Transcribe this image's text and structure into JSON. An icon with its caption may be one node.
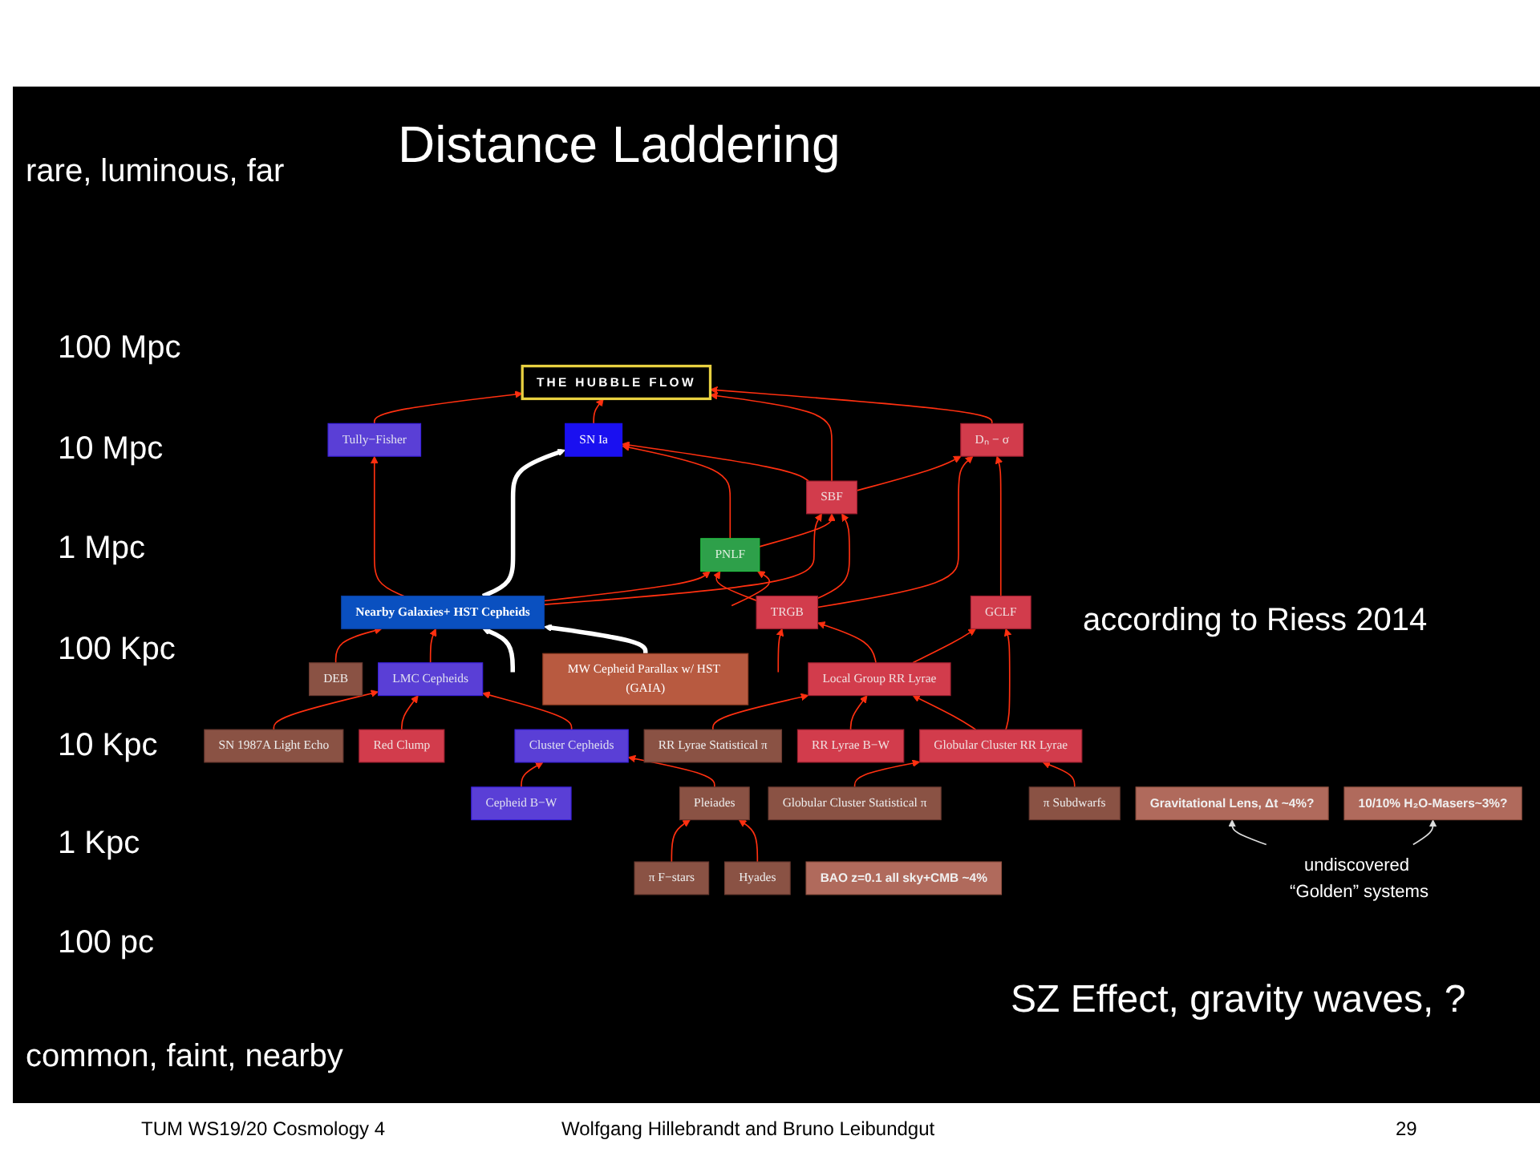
{
  "diagram": {
    "title": "Distance Laddering",
    "nodes": [
      {
        "text": [
          "THE HUBBLE FLOW"
        ]
      },
      {
        "text": [
          "Tully−Fisher"
        ]
      },
      {
        "text": [
          "SN Ia"
        ]
      },
      {
        "text": [
          "Dₙ − σ"
        ]
      },
      {
        "text": [
          "SBF"
        ]
      },
      {
        "text": [
          "Nearby Galaxies+ HST Cepheids"
        ]
      },
      {
        "text": [
          "PNLF"
        ]
      },
      {
        "text": [
          "TRGB"
        ]
      },
      {
        "text": [
          "GCLF"
        ]
      },
      {
        "text": [
          "DEB"
        ]
      },
      {
        "text": [
          "Local Group RR Lyrae"
        ]
      },
      {
        "text": [
          "LMC Cepheids"
        ]
      },
      {
        "text": [
          "SN 1987A Light Echo"
        ]
      },
      {
        "text": [
          "Red Clump"
        ]
      },
      {
        "text": [
          "RR Lyrae Statistical π"
        ]
      },
      {
        "text": [
          "Globular Cluster RR Lyrae"
        ]
      },
      {
        "text": [
          "MW Cepheid Parallax w/ HST (GAIA)"
        ]
      },
      {
        "text": [
          "Cluster Cepheids"
        ]
      },
      {
        "text": [
          "Cepheid B−W"
        ]
      },
      {
        "text": [
          "RR Lyrae B−W"
        ]
      },
      {
        "text": [
          "Globular Cluster Statistical π"
        ]
      },
      {
        "text": [
          "Pleiades"
        ]
      },
      {
        "text": [
          "π F−stars"
        ]
      },
      {
        "text": [
          "Hyades"
        ]
      },
      {
        "text": [
          "π Subdwarfs"
        ]
      },
      {
        "text": [
          "Gravitational Lens, Δt ~4%?"
        ]
      },
      {
        "text": [
          "BAO z=0.1 all sky+CMB ~4%"
        ]
      },
      {
        "text": [
          "10/10% H₂O-Masers~3%?"
        ]
      },
      {
        "text": [
          "undiscovered “Golden” systems"
        ]
      }
    ],
    "edges": [
      {
        "from": 1,
        "to": 0,
        "arrow": "to"
      },
      {
        "from": 2,
        "to": 0,
        "arrow": "to"
      },
      {
        "from": 4,
        "to": 0,
        "arrow": "to"
      },
      {
        "from": 3,
        "to": 0,
        "arrow": "to"
      },
      {
        "from": 5,
        "to": 1,
        "arrow": "to"
      },
      {
        "from": 5,
        "to": 2,
        "arrow": "to",
        "style": "thick",
        "color": "#ffffff"
      },
      {
        "from": 5,
        "to": 4,
        "arrow": "to"
      },
      {
        "from": 5,
        "to": 6,
        "arrow": "to"
      },
      {
        "from": 6,
        "to": 2,
        "arrow": "to"
      },
      {
        "from": 6,
        "to": 4,
        "arrow": "to"
      },
      {
        "from": 4,
        "to": 2,
        "arrow": "to"
      },
      {
        "from": 4,
        "to": 3,
        "arrow": "to"
      },
      {
        "from": 7,
        "to": 6,
        "arrow": "to"
      },
      {
        "from": 7,
        "to": 4,
        "arrow": "to"
      },
      {
        "from": 7,
        "to": 3,
        "arrow": "to"
      },
      {
        "from": 8,
        "to": 3,
        "arrow": "to"
      },
      {
        "from": null,
        "to": 6,
        "arrow": "to"
      },
      {
        "from": null,
        "to": 7,
        "arrow": "to"
      },
      {
        "from": 9,
        "to": 5,
        "arrow": "to"
      },
      {
        "from": 11,
        "to": 5,
        "arrow": "to"
      },
      {
        "from": null,
        "to": 5,
        "arrow": "to",
        "style": "thick",
        "color": "#ffffff"
      },
      {
        "from": 16,
        "to": 5,
        "arrow": "to",
        "style": "thick",
        "color": "#ffffff"
      },
      {
        "from": 10,
        "to": 7,
        "arrow": "to"
      },
      {
        "from": 10,
        "to": 8,
        "arrow": "to"
      },
      {
        "from": 15,
        "to": 8,
        "arrow": "to"
      },
      {
        "from": 12,
        "to": 11,
        "arrow": "to"
      },
      {
        "from": 13,
        "to": 11,
        "arrow": "to"
      },
      {
        "from": 17,
        "to": 11,
        "arrow": "to"
      },
      {
        "from": 14,
        "to": 10,
        "arrow": "to"
      },
      {
        "from": 19,
        "to": 10,
        "arrow": "to"
      },
      {
        "from": 15,
        "to": 10,
        "arrow": "to"
      },
      {
        "from": 18,
        "to": 17,
        "arrow": "to"
      },
      {
        "from": 21,
        "to": 17,
        "arrow": "to"
      },
      {
        "from": 20,
        "to": 15,
        "arrow": "to"
      },
      {
        "from": 24,
        "to": 15,
        "arrow": "to"
      },
      {
        "from": 22,
        "to": 21,
        "arrow": "to"
      },
      {
        "from": 23,
        "to": 21,
        "arrow": "to"
      },
      {
        "from": 28,
        "to": 25,
        "arrow": "to",
        "color": "#dddddd"
      },
      {
        "from": 28,
        "to": 27,
        "arrow": "to",
        "color": "#dddddd"
      }
    ],
    "labels": [
      "rare, luminous, far",
      "100 Mpc",
      "10 Mpc",
      "1 Mpc",
      "100 Kpc",
      "10 Kpc",
      "1 Kpc",
      "100 pc",
      "according to Riess 2014",
      "SZ Effect, gravity waves, ?",
      "common, faint, nearby",
      "TUM WS19/20 Cosmology 4",
      "Wolfgang Hillebrandt and Bruno Leibundgut",
      "29"
    ]
  }
}
